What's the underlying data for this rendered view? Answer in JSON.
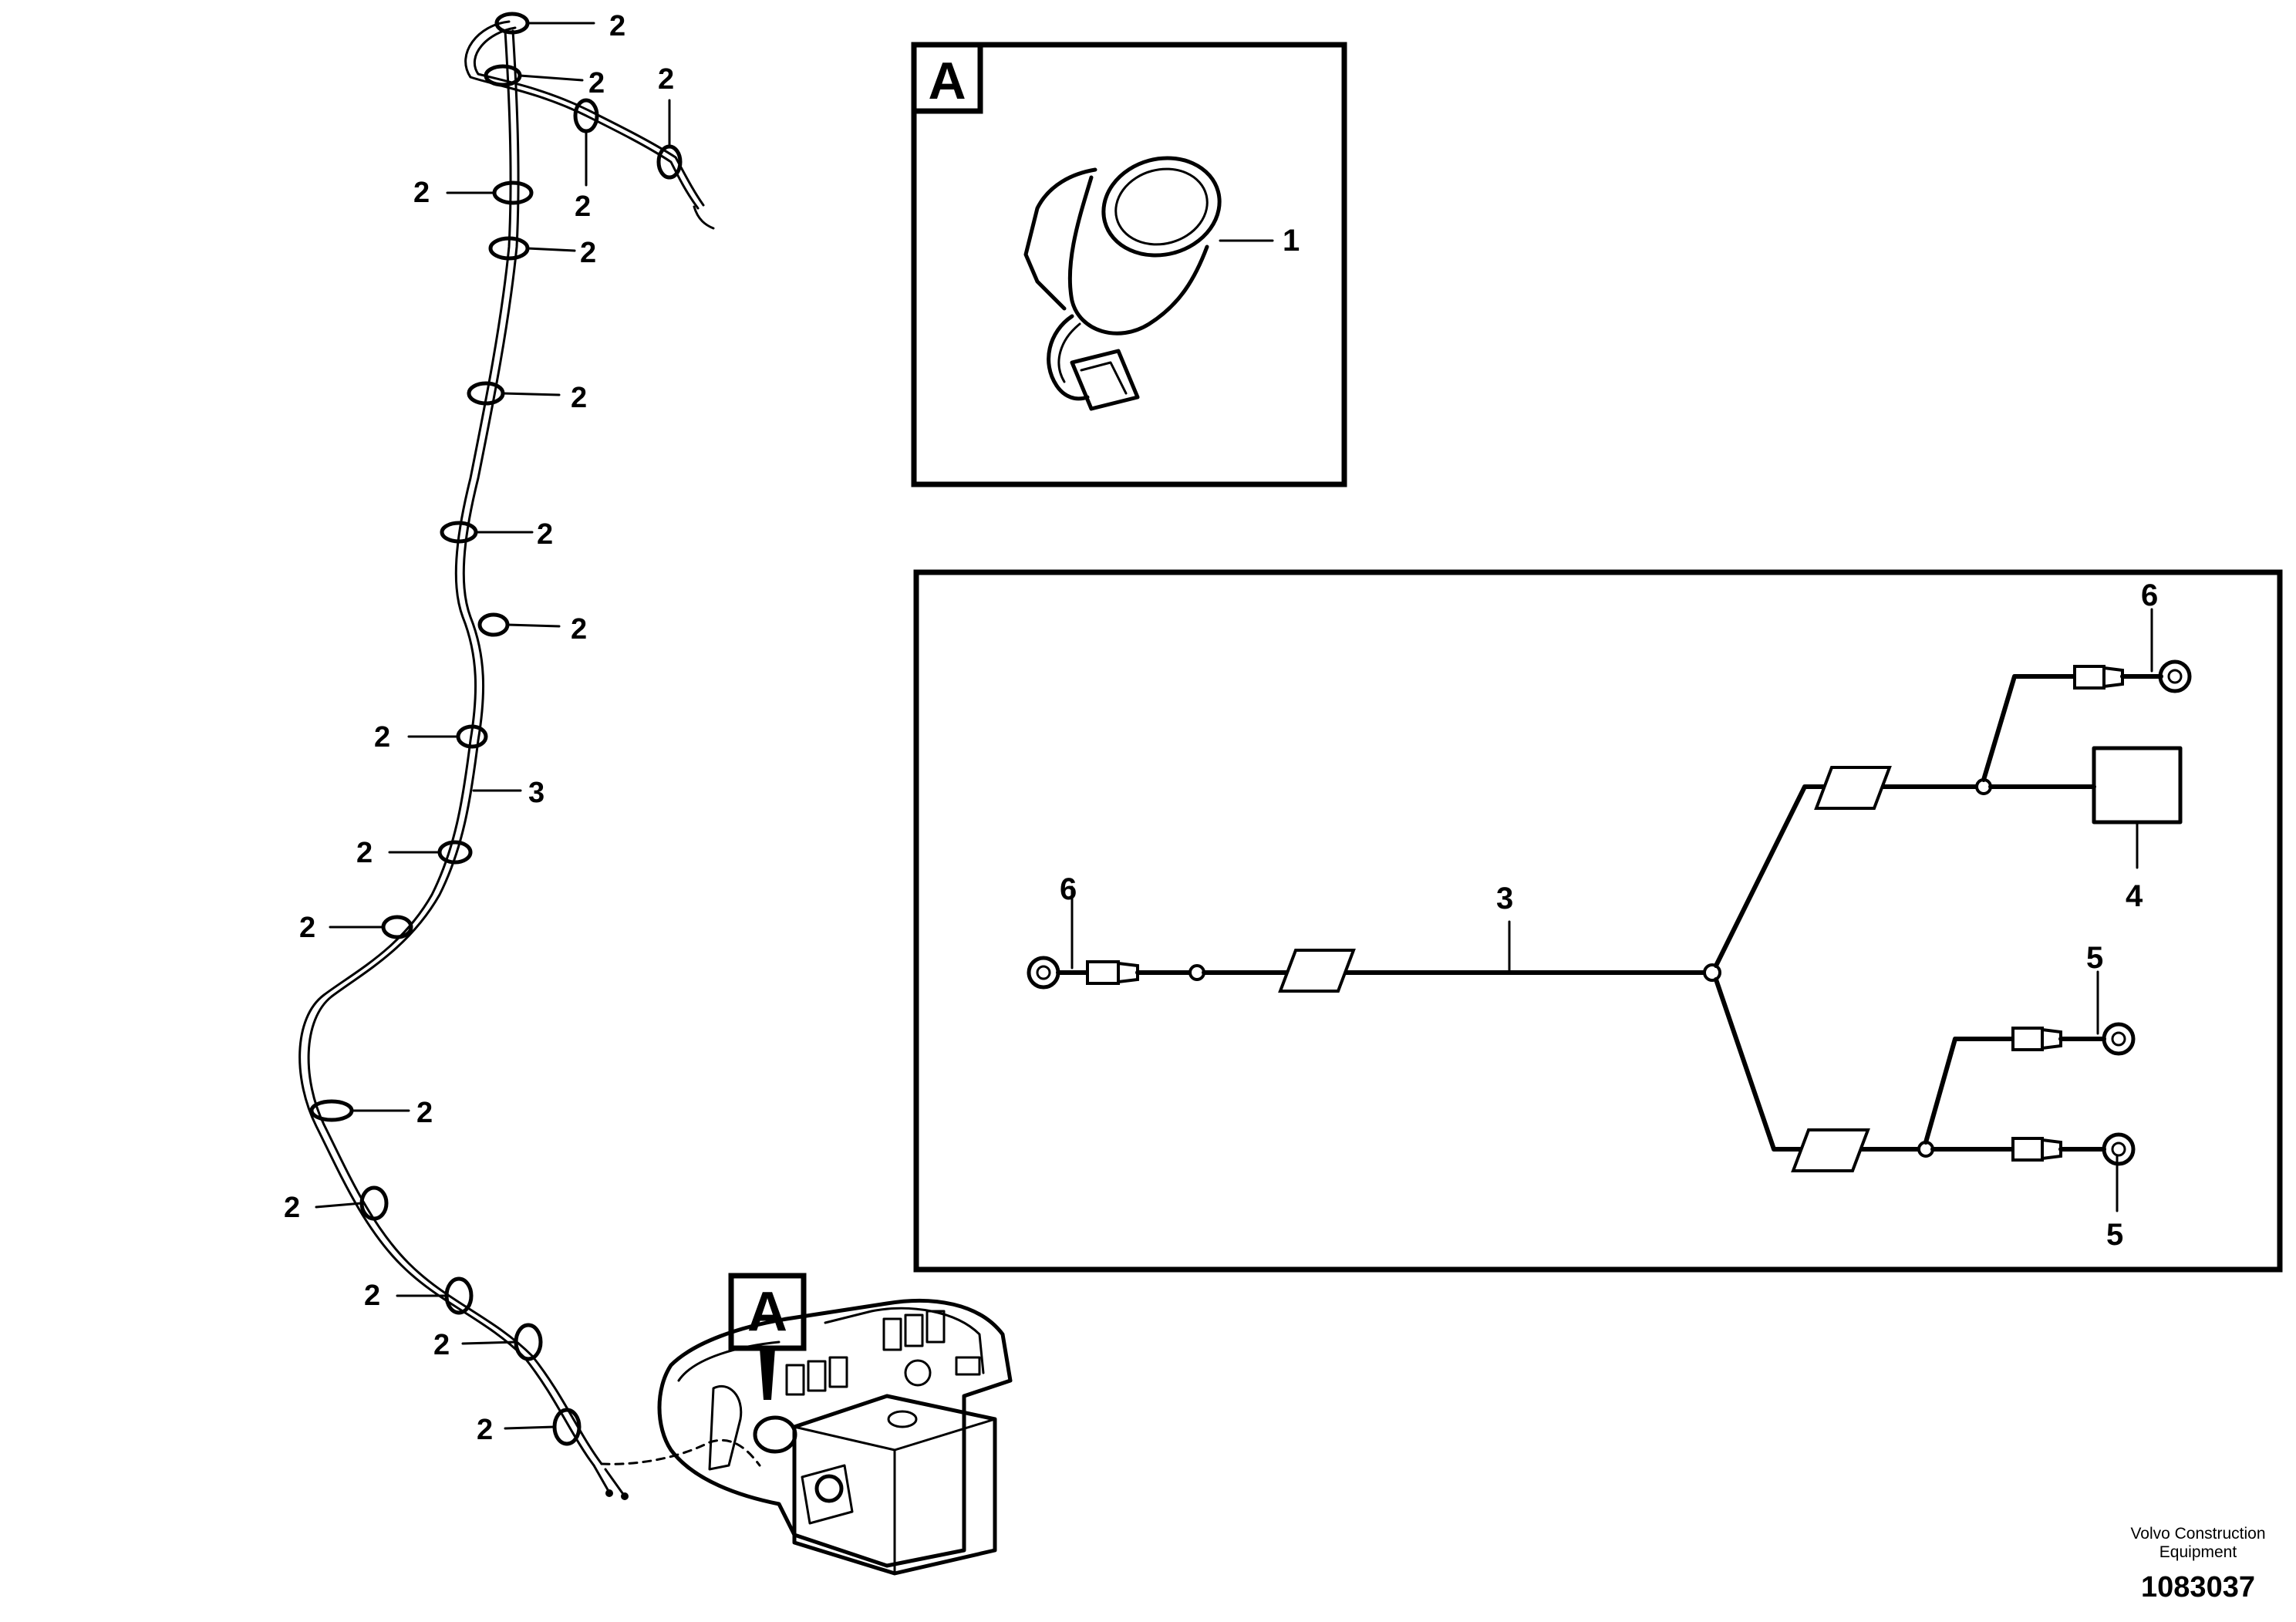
{
  "detail_tag": "A",
  "callouts": {
    "clip": "2",
    "harness": "3",
    "gauge": "1",
    "harness_detail": "3",
    "unit": "4",
    "terminal_left": "6",
    "terminal_top_right": "6",
    "terminal_mid_right": "5",
    "terminal_bottom_right": "5"
  },
  "footer": {
    "company_line1": "Volvo Construction",
    "company_line2": "Equipment",
    "drawing_number": "1083037"
  }
}
